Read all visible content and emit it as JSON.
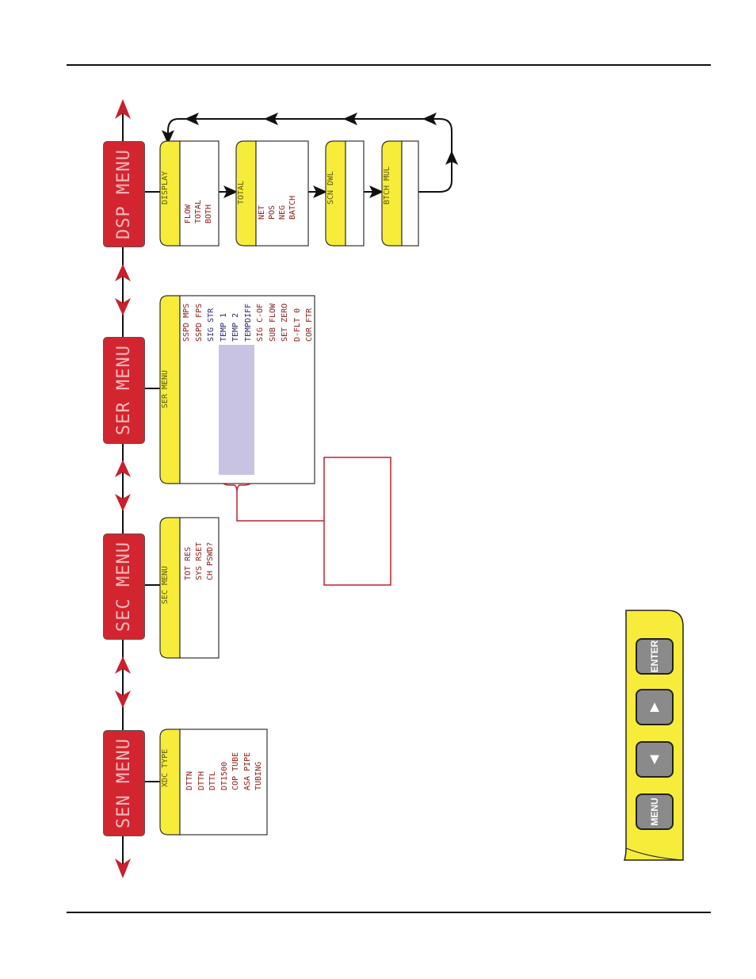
{
  "menus": {
    "dsp": {
      "label": "DSP MENU",
      "screens": {
        "display": {
          "header": "DISPLAY",
          "items": [
            "FLOW",
            "TOTAL",
            "BOTH"
          ]
        },
        "total": {
          "header": "TOTAL",
          "items": [
            "NET",
            "POS",
            "NEG",
            "BATCH"
          ]
        },
        "scn_dwl": {
          "header": "SCN DWL"
        },
        "btch_mul": {
          "header": "BTCH MUL"
        }
      }
    },
    "ser": {
      "label": "SER MENU",
      "header": "SER MENU",
      "items": [
        "SSPD MPS",
        "SSPD FPS",
        "SIG STR",
        "TEMP 1",
        "TEMP 2",
        "TEMPDIFF",
        "SIG C-OF",
        "SUB FLOW",
        "SET ZERO",
        "D-FLT 0",
        "COR FTR"
      ]
    },
    "sec": {
      "label": "SEC MENU",
      "header": "SEC MENU",
      "items": [
        "TOT RES",
        "SYS RSET",
        "CH PSWD?"
      ]
    },
    "sen": {
      "label": "SEN MENU",
      "header": "XDC TYPE",
      "items": [
        "DTTN",
        "DTTH",
        "DTTL",
        "DT1500",
        "COP TUBE",
        "ASA PIPE",
        "TUBING"
      ]
    }
  },
  "keypad": {
    "buttons": [
      "ENTER",
      "▲",
      "▼",
      "MENU"
    ]
  },
  "colors": {
    "menu_red": "#d3252f",
    "screen_yellow": "#f7ec3a",
    "arrow_red": "#c8202e",
    "highlight": "#c9c3e3",
    "callout": "#c0202b"
  }
}
